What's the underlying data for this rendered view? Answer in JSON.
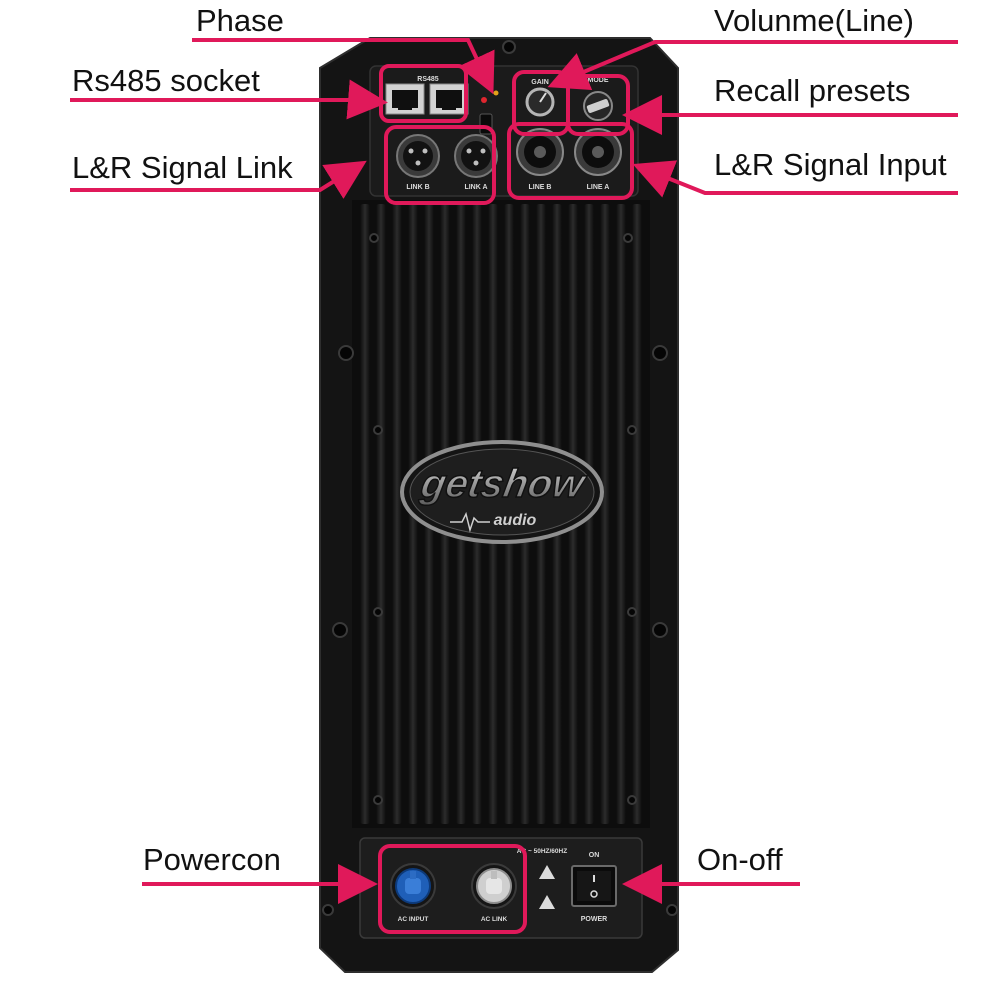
{
  "annotations": {
    "phase": "Phase",
    "rs485_socket": "Rs485 socket",
    "signal_link": "L&R Signal Link",
    "volume": "Volunme(Line)",
    "recall_presets": "Recall presets",
    "signal_input": "L&R Signal Input",
    "powercon": "Powercon",
    "on_off": "On-off"
  },
  "panel_print": {
    "rs485": "RS485",
    "gain": "GAIN",
    "mode": "MODE",
    "link_b": "LINK B",
    "link_a": "LINK A",
    "line_b": "LINE B",
    "line_a": "LINE A",
    "ac_input": "AC INPUT",
    "ac_link": "AC LINK",
    "rating": "AC ~ 50HZ/60HZ",
    "on": "ON",
    "power": "POWER"
  },
  "logo": {
    "brand": "getshow",
    "sub": "audio"
  },
  "colors": {
    "accent": "#e0195a",
    "panel": "#141414",
    "fin": "#262626",
    "powercon_blue": "#1f5fb8"
  }
}
